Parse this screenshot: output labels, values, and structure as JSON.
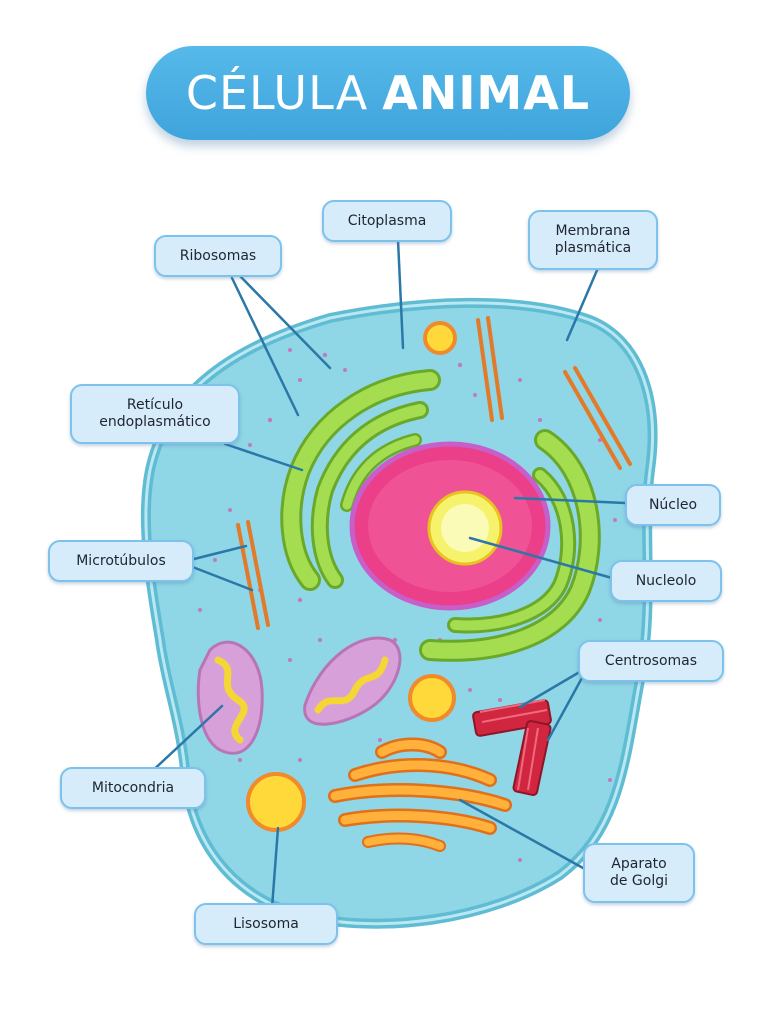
{
  "title": {
    "light": "CÉLULA",
    "bold": "ANIMAL"
  },
  "labels": {
    "citoplasma": "Citoplasma",
    "ribosomas": "Ribosomas",
    "membrana": "Membrana\nplasmática",
    "reticulo": "Retículo\nendoplasmático",
    "microtubulos": "Microtúbulos",
    "nucleo": "Núcleo",
    "nucleolo": "Nucleolo",
    "centrosomas": "Centrosomas",
    "mitocondria": "Mitocondria",
    "lisosoma": "Lisosoma",
    "golgi": "Aparato\nde Golgi"
  },
  "colors": {
    "title_bg": "#48aee2",
    "cell_fill": "#8fd6e6",
    "cell_border": "#5fbcd3",
    "label_bg": "#d6ecfa",
    "label_border": "#7cc2ec",
    "leader_line": "#2b78a8",
    "nucleus": "#ec3f8a",
    "nucleolus": "#f6f26b",
    "reticulum": "#8ccb3a",
    "mitochondria_outer": "#d8a0d8",
    "golgi": "#f79a1e",
    "centrosome": "#d1263f",
    "lysosome": "#ffd83a",
    "microtubule": "#e27a2a"
  }
}
